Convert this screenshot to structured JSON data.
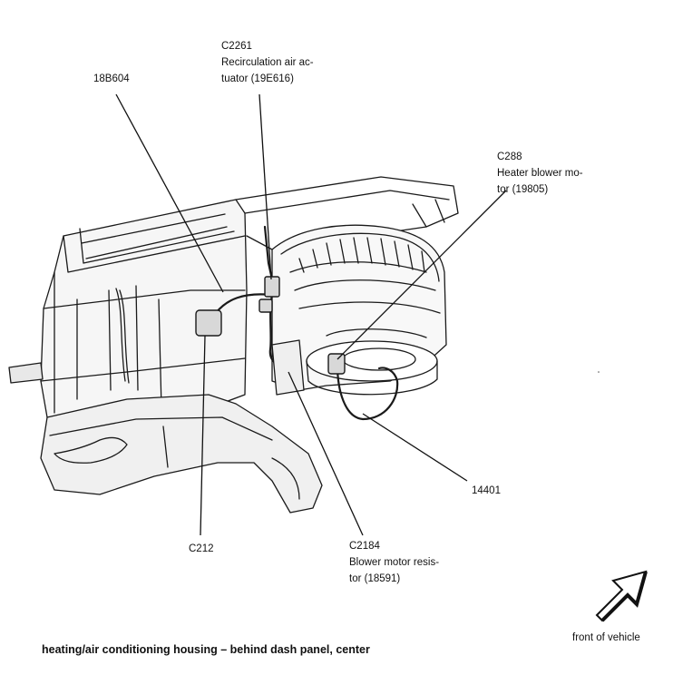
{
  "callouts": {
    "c2261": [
      "C2261",
      "Recirculation air ac-",
      "tuator (19E616)"
    ],
    "b18b604": [
      "18B604"
    ],
    "c288": [
      "C288",
      "Heater blower mo-",
      "tor (19805)"
    ],
    "w14401": [
      "14401"
    ],
    "c212": [
      "C212"
    ],
    "c2184": [
      "C2184",
      "Blower motor resis-",
      "tor (18591)"
    ]
  },
  "caption": "heating/air conditioning housing – behind dash panel, center",
  "orientation": {
    "label": "front of vehicle",
    "icon": "arrow-up-right-icon"
  }
}
